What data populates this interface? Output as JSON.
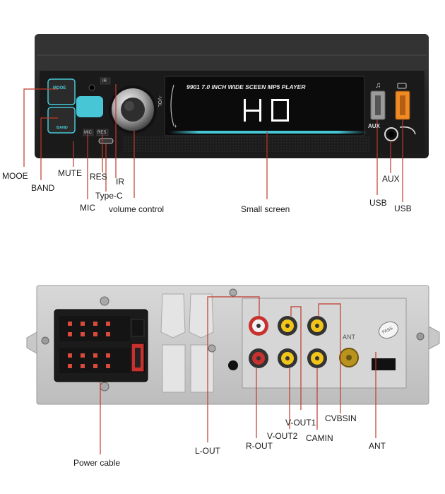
{
  "front_panel": {
    "model_text": "9901  7.0 INCH WIDE SCEEN MP5 PLAYER",
    "display_text": "HO",
    "button_mode_text": "MOOE",
    "button_band_text": "BAND",
    "button_mic_text": "MIC",
    "button_res_text": "RES",
    "button_ir_text": "IR",
    "aux_text": "AUX",
    "volume_minus_text": "-VOL",
    "volume_plus_text": "+",
    "accent_color": "#47c7d6",
    "usb_port_colors": [
      "#9b9b9b",
      "#f08a24"
    ]
  },
  "front_labels": {
    "mode": "MOOE",
    "band": "BAND",
    "mute": "MUTE",
    "res": "RES",
    "ir": "IR",
    "type_c": "Type-C",
    "mic": "MIC",
    "volume_control": "volume control",
    "small_screen": "Small screen",
    "aux": "AUX",
    "usb_left": "USB",
    "usb_right": "USB"
  },
  "back_panel": {
    "ant_text": "ANT",
    "stamp_text": "PASS"
  },
  "back_labels": {
    "power_cable": "Power cable",
    "l_out": "L-OUT",
    "r_out": "R-OUT",
    "v_out2": "V-OUT2",
    "v_out1": "V-OUT1",
    "camin": "CAMIN",
    "cvbsin": "CVBSIN",
    "ant": "ANT"
  },
  "colors": {
    "leader_line": "#c0392b",
    "label_text": "#1a1a1a",
    "rca_red": "#c8322e",
    "rca_white": "#f2f2f2",
    "rca_yellow": "#f0c419"
  }
}
